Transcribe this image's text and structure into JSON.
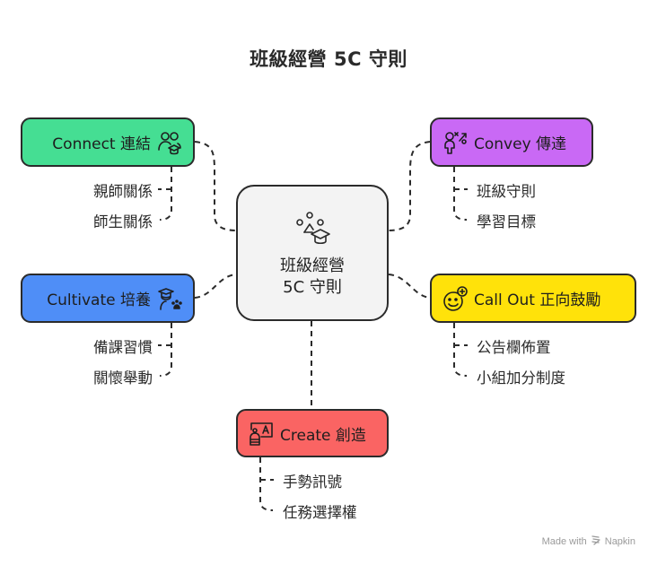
{
  "title": "班級經營 5C 守則",
  "center": {
    "icon": "people-graduation-cap-icon",
    "line1": "班級經營",
    "line2": "5C 守則",
    "color": "#f3f3f3"
  },
  "branches": [
    {
      "id": "connect",
      "label": "Connect 連結",
      "icon": "people-graduation-icon",
      "color": "#45de93",
      "items": [
        "親師關係",
        "師生關係"
      ]
    },
    {
      "id": "convey",
      "label": "Convey 傳達",
      "icon": "strategy-person-icon",
      "color": "#c969f5",
      "items": [
        "班級守則",
        "學習目標"
      ]
    },
    {
      "id": "cultivate",
      "label": "Cultivate 培養",
      "icon": "student-paw-icon",
      "color": "#4f8ef7",
      "items": [
        "備課習慣",
        "關懷舉動"
      ]
    },
    {
      "id": "callout",
      "label": "Call Out 正向鼓勵",
      "icon": "smiley-plus-icon",
      "color": "#ffe20a",
      "items": [
        "公告欄佈置",
        "小組加分制度"
      ]
    },
    {
      "id": "create",
      "label": "Create 創造",
      "icon": "robot-presentation-icon",
      "color": "#fa6463",
      "items": [
        "手勢訊號",
        "任務選擇權"
      ]
    }
  ],
  "watermark": {
    "prefix": "Made with",
    "brand": "Napkin",
    "icon": "napkin-logo-icon"
  }
}
